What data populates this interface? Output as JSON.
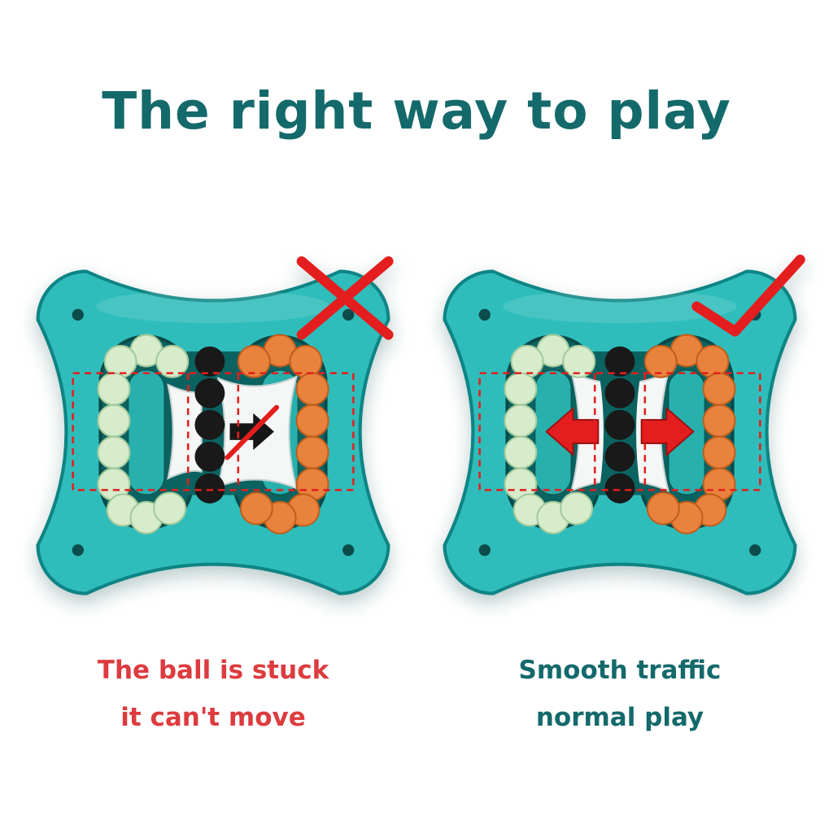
{
  "title": "The right way to play",
  "panels": {
    "left": {
      "caption_line1": "The ball is stuck",
      "caption_line2": "it can't move",
      "status_icon": "x-mark",
      "arrow_icon": "blocked-right-arrow"
    },
    "right": {
      "caption_line1": "Smooth traffic",
      "caption_line2": "normal play",
      "status_icon": "check-mark",
      "arrow_icon": "left-right-arrows"
    }
  },
  "colors": {
    "background": "#ffffff",
    "title": "#14696b",
    "caption_red": "#dd3b3f",
    "caption_teal": "#14696b",
    "body": "#2fbdbb",
    "body_edge": "#0e8484",
    "track": "#0b6361",
    "island": "#28b0ad",
    "mint": "#d6eccb",
    "orange": "#e8823c",
    "black": "#191919",
    "red": "#e41e1e",
    "screw": "#0d4c4c",
    "paddle": "#f4f7f6"
  }
}
